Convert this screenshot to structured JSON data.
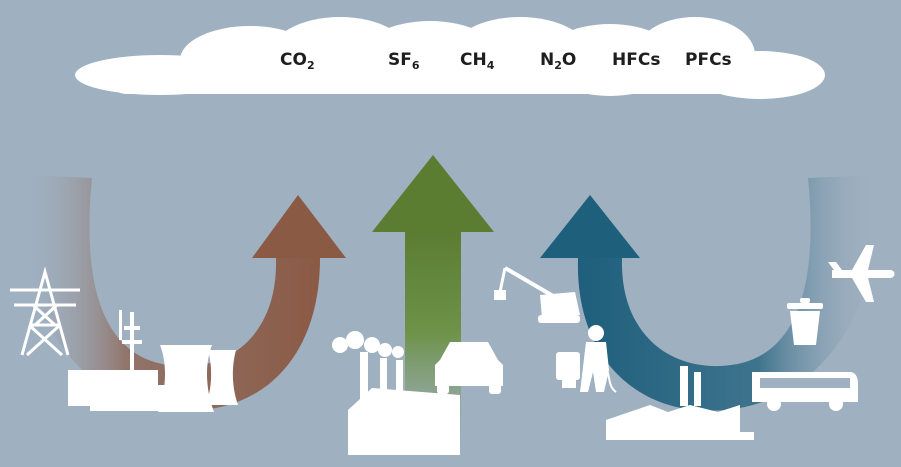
{
  "gases": [
    {
      "id": "co2",
      "base": "CO",
      "sub": "2",
      "rest": ""
    },
    {
      "id": "sf6",
      "base": "SF",
      "sub": "6",
      "rest": ""
    },
    {
      "id": "ch4",
      "base": "CH",
      "sub": "4",
      "rest": ""
    },
    {
      "id": "n2o",
      "base": "N",
      "sub": "2",
      "rest": "O"
    },
    {
      "id": "hfcs",
      "base": "HFCs",
      "sub": "",
      "rest": ""
    },
    {
      "id": "pfcs",
      "base": "PFCs",
      "sub": "",
      "rest": ""
    }
  ],
  "colors": {
    "background": "#9fb0c0",
    "cloud": "#ffffff",
    "energy_arrow": "#8b5a45",
    "agriculture_arrow": "#5a7d32",
    "industry_arrow": "#1e5f7c",
    "icons": "#ffffff"
  }
}
